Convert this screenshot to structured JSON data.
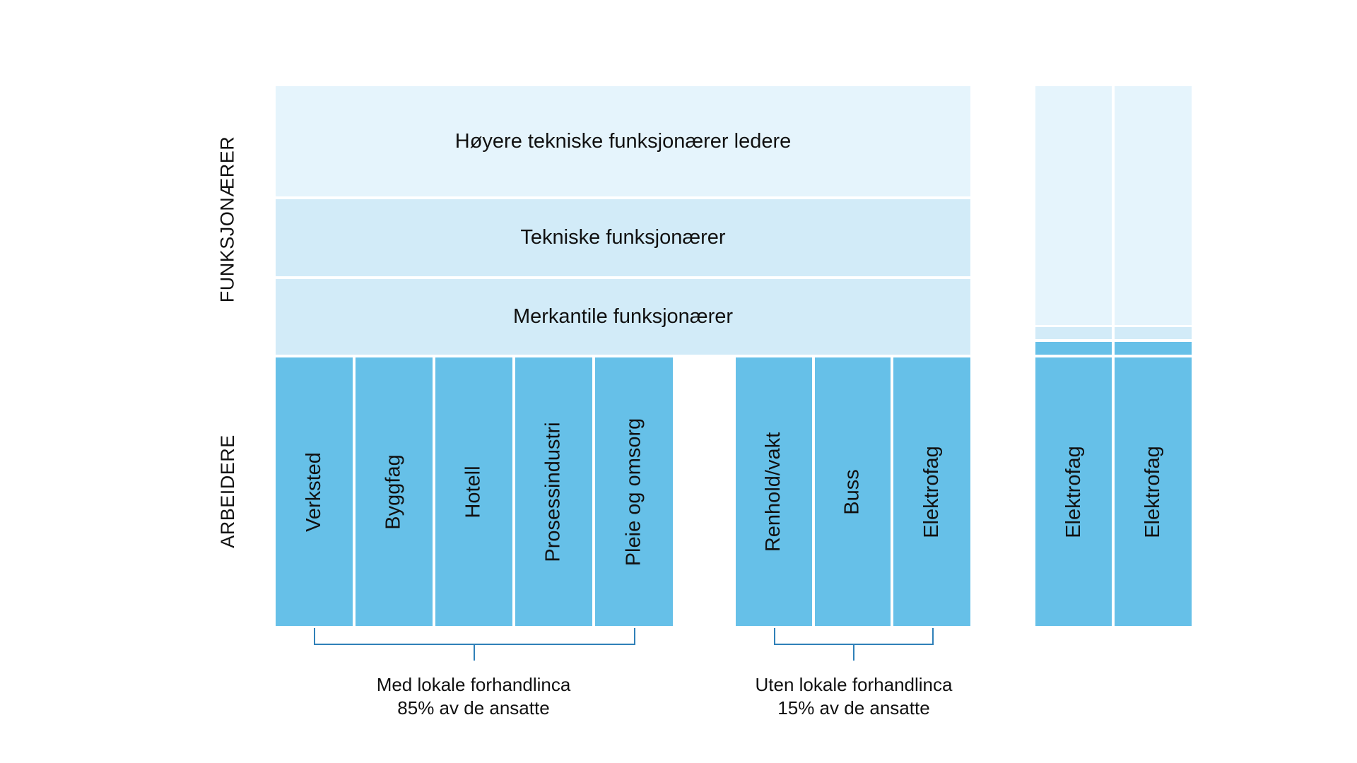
{
  "side_labels": {
    "top": "FUNKSJONÆRER",
    "bottom": "ARBEIDERE"
  },
  "bands": {
    "leaders": "Høyere tekniske funksjonærer ledere",
    "technical": "Tekniske funksjonærer",
    "mercantile": "Merkantile funksjonærer"
  },
  "groups": {
    "local": [
      "Verksted",
      "Byggfag",
      "Hotell",
      "Prosessindustri",
      "Pleie og omsorg"
    ],
    "nonlocal": [
      "Renhold/vakt",
      "Buss",
      "Elektrofag"
    ],
    "right": [
      "Elektrofag",
      "Elektrofag"
    ]
  },
  "captions": {
    "local": {
      "line1": "Med lokale forhandlinca",
      "line2": "85% av de ansatte"
    },
    "nonlocal": {
      "line1": "Uten lokale forhandlinca",
      "line2": "15% av de ansatte"
    }
  },
  "colors": {
    "light": "#e5f4fc",
    "medium": "#d2ebf8",
    "strong": "#66c0e8",
    "bracket": "#2f80b8"
  }
}
